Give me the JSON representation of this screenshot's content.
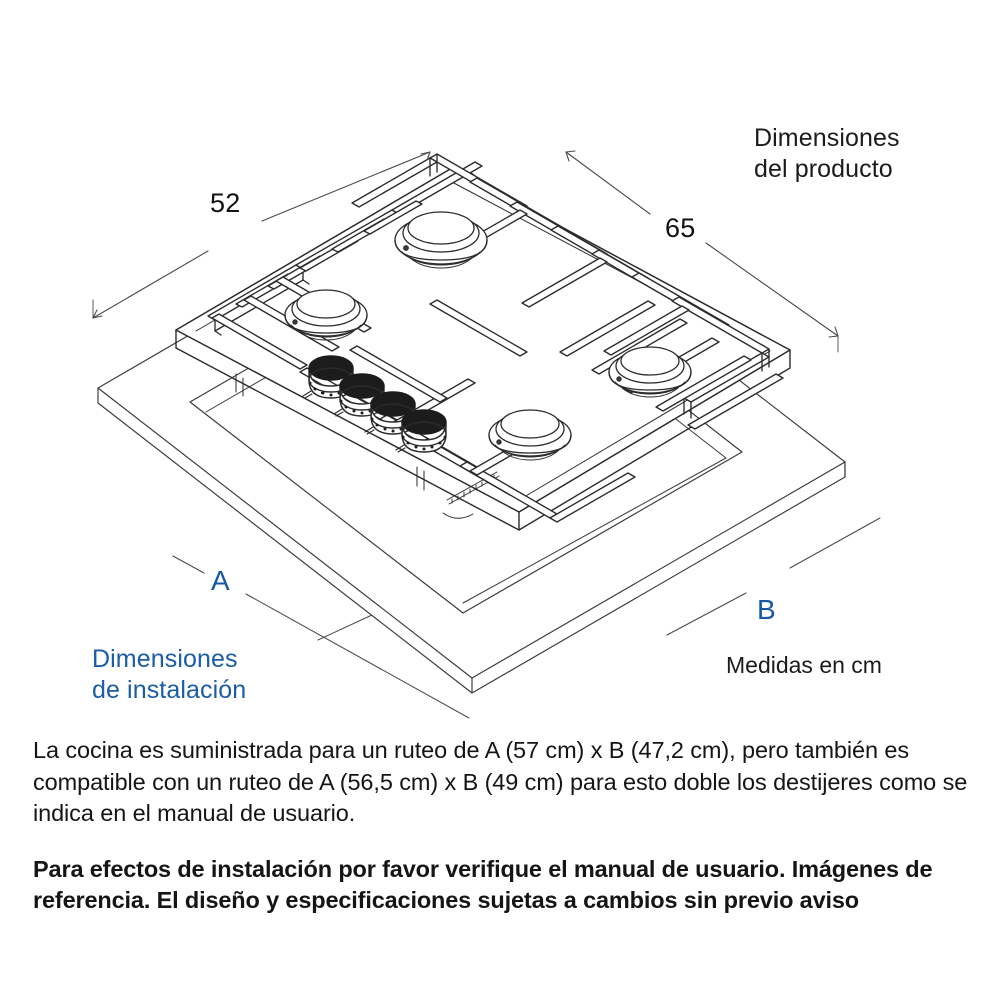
{
  "document": {
    "type": "product-specification-diagram",
    "background_color": "#ffffff",
    "accent_blue": "#1a5ca8",
    "line_color": "#2b2b2b"
  },
  "labels": {
    "product_dimensions_line1": "Dimensiones",
    "product_dimensions_line2": "del producto",
    "install_dimensions_line1": "Dimensiones",
    "install_dimensions_line2": "de instalación",
    "units_note": "Medidas en cm",
    "dim_width": "52",
    "dim_depth": "65",
    "dim_a": "A",
    "dim_b": "B"
  },
  "diagram": {
    "subject": "gas-cooktop-isometric",
    "burner_count": 4,
    "knob_count": 4,
    "product_dimension_values_cm": {
      "52": 52,
      "65": 65
    },
    "installation_cutout_labels": [
      "A",
      "B"
    ]
  },
  "body": {
    "paragraph": "La cocina es suministrada para un ruteo de A (57 cm) x B (47,2 cm), pero también es compatible con un ruteo de A (56,5 cm) x B (49 cm) para esto doble los destijeres como se indica en el manual de usuario.",
    "note": "Para efectos de instalación por favor verifique el manual de usuario. Imágenes de referencia. El diseño y especificaciones sujetas a cambios sin previo aviso"
  },
  "measurements": {
    "routing_primary": {
      "A_cm": "57 cm",
      "B_cm": "47,2 cm"
    },
    "routing_alternate": {
      "A_cm": "56,5 cm",
      "B_cm": "49 cm"
    }
  }
}
